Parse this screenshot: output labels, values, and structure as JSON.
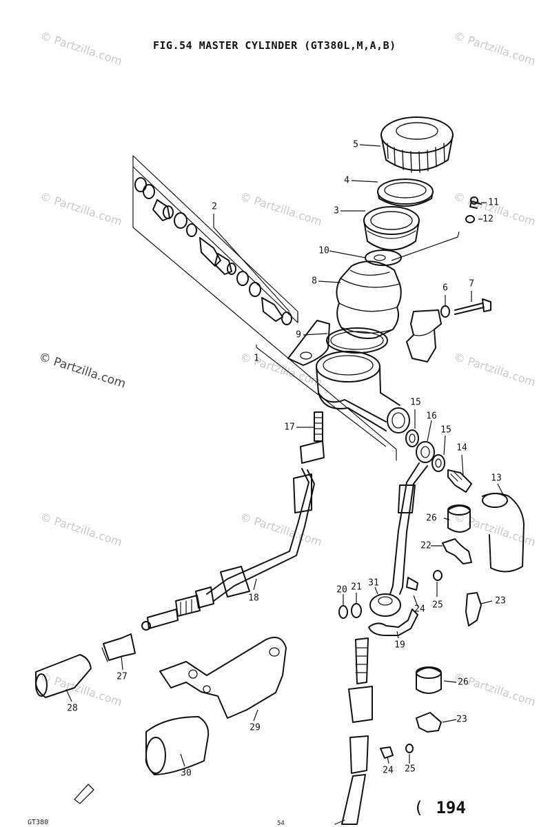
{
  "title": "FIG.54  MASTER CYLINDER (GT380L,M,A,B)",
  "page_number": "194",
  "page_paren": "(",
  "footer_left": "GT380",
  "footer_mid": "54",
  "watermark_text": "© Partzilla.com",
  "callouts": [
    {
      "id": "1",
      "label": "1"
    },
    {
      "id": "2",
      "label": "2"
    },
    {
      "id": "3",
      "label": "3"
    },
    {
      "id": "4",
      "label": "4"
    },
    {
      "id": "5",
      "label": "5"
    },
    {
      "id": "6",
      "label": "6"
    },
    {
      "id": "7",
      "label": "7"
    },
    {
      "id": "8",
      "label": "8"
    },
    {
      "id": "9",
      "label": "9"
    },
    {
      "id": "10",
      "label": "10"
    },
    {
      "id": "11",
      "label": "11"
    },
    {
      "id": "12",
      "label": "12"
    },
    {
      "id": "13",
      "label": "13"
    },
    {
      "id": "14",
      "label": "14"
    },
    {
      "id": "15a",
      "label": "15"
    },
    {
      "id": "15b",
      "label": "15"
    },
    {
      "id": "16",
      "label": "16"
    },
    {
      "id": "17",
      "label": "17"
    },
    {
      "id": "18",
      "label": "18"
    },
    {
      "id": "19",
      "label": "19"
    },
    {
      "id": "20",
      "label": "20"
    },
    {
      "id": "21",
      "label": "21"
    },
    {
      "id": "22",
      "label": "22"
    },
    {
      "id": "23a",
      "label": "23"
    },
    {
      "id": "23b",
      "label": "23"
    },
    {
      "id": "24a",
      "label": "24"
    },
    {
      "id": "24b",
      "label": "24"
    },
    {
      "id": "25a",
      "label": "25"
    },
    {
      "id": "25b",
      "label": "25"
    },
    {
      "id": "26a",
      "label": "26"
    },
    {
      "id": "26b",
      "label": "26"
    },
    {
      "id": "27",
      "label": "27"
    },
    {
      "id": "28",
      "label": "28"
    },
    {
      "id": "29",
      "label": "29"
    },
    {
      "id": "30",
      "label": "30"
    },
    {
      "id": "31",
      "label": "31"
    }
  ]
}
